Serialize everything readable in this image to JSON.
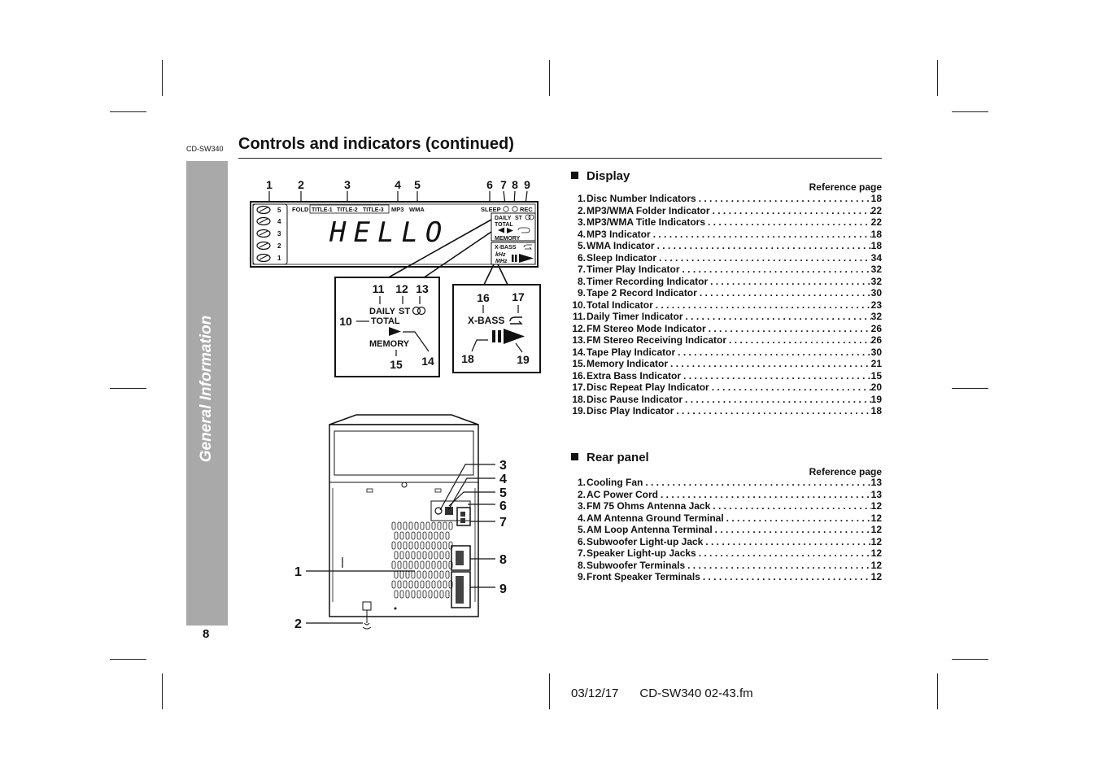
{
  "header": {
    "model": "CD-SW340",
    "title": "Controls and indicators (continued)"
  },
  "sidebar": {
    "label": "General Information"
  },
  "page_number": "8",
  "display_section": {
    "heading": "Display",
    "reference_label": "Reference page",
    "items": [
      {
        "num": "1.",
        "label": "Disc Number Indicators",
        "page": "18"
      },
      {
        "num": "2.",
        "label": "MP3/WMA Folder Indicator",
        "page": "22"
      },
      {
        "num": "3.",
        "label": "MP3/WMA Title Indicators",
        "page": "22"
      },
      {
        "num": "4.",
        "label": "MP3 Indicator",
        "page": "18"
      },
      {
        "num": "5.",
        "label": "WMA Indicator",
        "page": "18"
      },
      {
        "num": "6.",
        "label": "Sleep Indicator",
        "page": "34"
      },
      {
        "num": "7.",
        "label": "Timer Play Indicator",
        "page": "32"
      },
      {
        "num": "8.",
        "label": "Timer Recording Indicator",
        "page": "32"
      },
      {
        "num": "9.",
        "label": "Tape 2 Record Indicator",
        "page": "30"
      },
      {
        "num": "10.",
        "label": "Total Indicator",
        "page": "23"
      },
      {
        "num": "11.",
        "label": "Daily Timer Indicator",
        "page": "32"
      },
      {
        "num": "12.",
        "label": "FM Stereo Mode Indicator",
        "page": "26"
      },
      {
        "num": "13.",
        "label": "FM Stereo Receiving Indicator",
        "page": "26"
      },
      {
        "num": "14.",
        "label": "Tape Play Indicator",
        "page": "30"
      },
      {
        "num": "15.",
        "label": "Memory Indicator",
        "page": "21"
      },
      {
        "num": "16.",
        "label": "Extra Bass Indicator",
        "page": "15"
      },
      {
        "num": "17.",
        "label": "Disc Repeat Play Indicator",
        "page": "20"
      },
      {
        "num": "18.",
        "label": "Disc Pause Indicator",
        "page": "19"
      },
      {
        "num": "19.",
        "label": "Disc Play Indicator",
        "page": "18"
      }
    ]
  },
  "rear_section": {
    "heading": "Rear panel",
    "reference_label": "Reference page",
    "items": [
      {
        "num": "1.",
        "label": "Cooling Fan",
        "page": "13"
      },
      {
        "num": "2.",
        "label": "AC Power Cord",
        "page": "13"
      },
      {
        "num": "3.",
        "label": "FM 75 Ohms Antenna Jack",
        "page": "12"
      },
      {
        "num": "4.",
        "label": "AM Antenna Ground Terminal",
        "page": "12"
      },
      {
        "num": "5.",
        "label": "AM Loop Antenna Terminal",
        "page": "12"
      },
      {
        "num": "6.",
        "label": "Subwoofer Light-up Jack",
        "page": "12"
      },
      {
        "num": "7.",
        "label": "Speaker Light-up Jacks",
        "page": "12"
      },
      {
        "num": "8.",
        "label": "Subwoofer Terminals",
        "page": "12"
      },
      {
        "num": "9.",
        "label": "Front Speaker Terminals",
        "page": "12"
      }
    ]
  },
  "display_figure": {
    "callout_numbers": [
      "1",
      "2",
      "3",
      "4",
      "5",
      "6",
      "7",
      "8",
      "9"
    ],
    "indicators": {
      "fold": "FOLD",
      "title1": "TITLE-1",
      "title2": "TITLE-2",
      "title3": "TITLE-3",
      "mp3": "MP3",
      "wma": "WMA",
      "sleep": "SLEEP",
      "rec": "REC",
      "daily": "DAILY",
      "st": "ST",
      "total": "TOTAL",
      "memory": "MEMORY",
      "xbass": "X-BASS",
      "khz": "kHz",
      "mhz": "MHz",
      "disc_numbers": [
        "5",
        "4",
        "3",
        "2",
        "1"
      ],
      "screen_text": "HELLO"
    },
    "zoom_left": {
      "numbers": [
        "11",
        "12",
        "13",
        "10",
        "14",
        "15"
      ],
      "daily": "DAILY",
      "st": "ST",
      "total": "TOTAL",
      "memory": "MEMORY"
    },
    "zoom_right": {
      "numbers": [
        "16",
        "17",
        "18",
        "19"
      ],
      "xbass": "X-BASS"
    }
  },
  "rear_figure": {
    "callout_numbers": [
      "3",
      "4",
      "5",
      "6",
      "7",
      "8",
      "9",
      "1",
      "2"
    ]
  },
  "footer": {
    "date": "03/12/17",
    "file": "CD-SW340 02-43.fm"
  }
}
